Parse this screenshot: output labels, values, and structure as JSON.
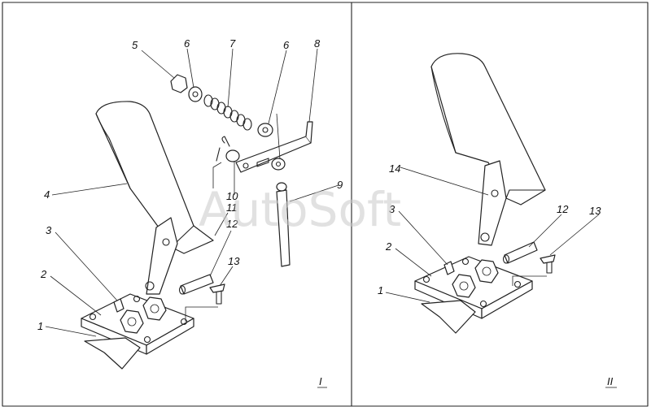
{
  "watermark": "AutoSoft",
  "panels": [
    {
      "roman": "I",
      "labels": [
        "5",
        "6",
        "7",
        "6",
        "8",
        "4",
        "10",
        "11",
        "12",
        "9",
        "3",
        "2",
        "13",
        "1"
      ]
    },
    {
      "roman": "II",
      "labels": [
        "14",
        "3",
        "12",
        "13",
        "2",
        "1"
      ]
    }
  ]
}
